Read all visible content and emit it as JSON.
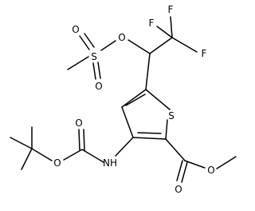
{
  "atoms": {
    "o_sulfonyl_top": "O",
    "s_sulfonyl": "S",
    "o_sulfonyl_bottom": "O",
    "o_ester_link": "O",
    "f_top": "F",
    "f_left": "F",
    "f_right": "F",
    "s_thiophene": "S",
    "o_boc_carbonyl": "O",
    "o_boc_ether": "O",
    "nh": "NH",
    "o_ester_carbonyl": "O",
    "o_ester_methoxy": "O"
  }
}
